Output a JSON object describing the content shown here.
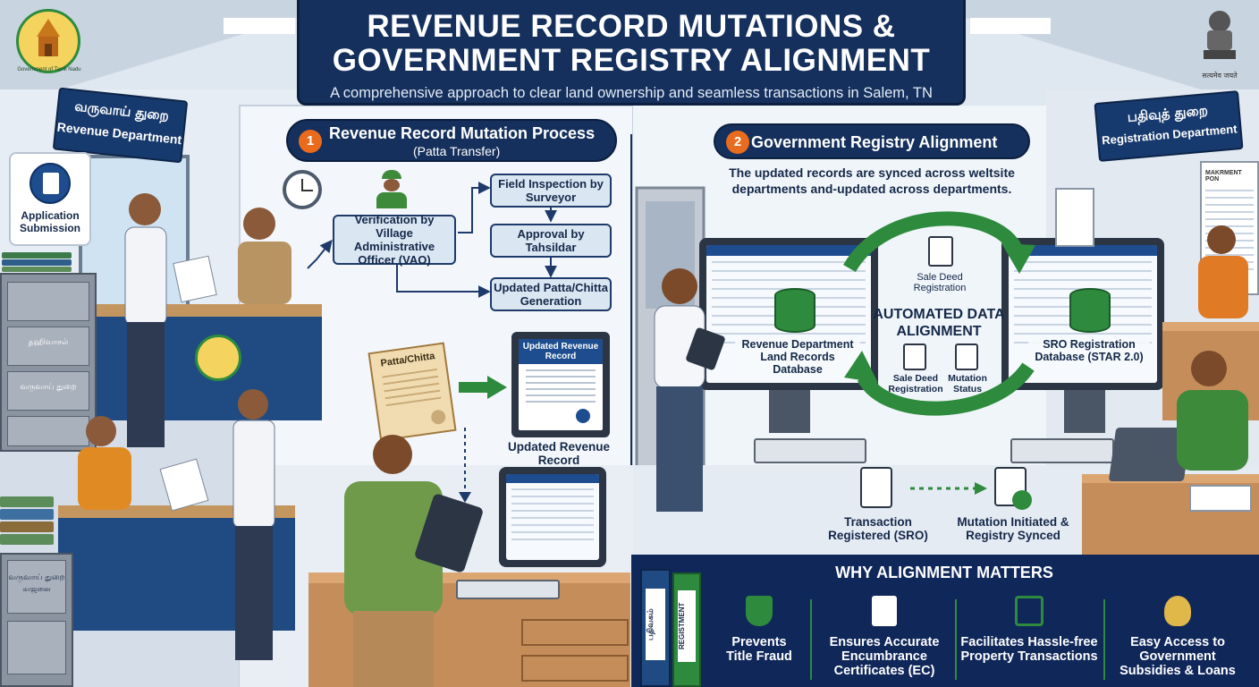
{
  "header": {
    "title_line1": "REVENUE RECORD MUTATIONS &",
    "title_line2": "GOVERNMENT REGISTRY ALIGNMENT",
    "subtitle": "A comprehensive approach to clear land ownership and seamless transactions in Salem, TN"
  },
  "emblems": {
    "tn_caption": "Government of Tamil Nadu",
    "national_motto": "सत्यमेव जयते"
  },
  "left_office": {
    "sign_tamil": "வருவாய் துறை",
    "sign_english": "Revenue Department",
    "app_card_label": "Application Submission",
    "cabinet_label1": "தஹிவாசல்",
    "cabinet_label2": "வருவாய் துறை",
    "cabinet2_label1": "வருவாய் துறை",
    "cabinet2_label2": "காஜனை"
  },
  "section1": {
    "number": "1",
    "title": "Revenue Record Mutation Process",
    "subtitle": "(Patta Transfer)",
    "steps": {
      "vao": "Verification by Village Administrative Officer (VAO)",
      "field": "Field Inspection by Surveyor",
      "approval": "Approval by Tahsildar",
      "patta": "Updated Patta/Chitta Generation"
    },
    "document_label": "Patta/Chitta",
    "record_card_label": "Updated Revenue Record",
    "record_caption": "Updated Revenue Record"
  },
  "section2": {
    "number": "2",
    "title": "Government Registry Alignment",
    "description_line1": "The updated records are synced across weltsite",
    "description_line2": "departments and-updated across departments.",
    "left_db": "Revenue Department Land Records Database",
    "right_db": "SRO Registration Database (STAR 2.0)",
    "center_title": "AUTOMATED DATA ALIGNMENT",
    "top_icon_label": "Sale Deed Registration",
    "icon_sale_deed": "Sale Deed Registration",
    "icon_mutation": "Mutation Status",
    "flow_left": "Transaction Registered (SRO)",
    "flow_right": "Mutation Initiated & Registry Synced"
  },
  "right_office": {
    "sign_tamil": "பதிவுத் துறை",
    "sign_english": "Registration Department",
    "board_title": "MAKRMENT PON"
  },
  "why": {
    "title": "WHY ALIGNMENT MATTERS",
    "binder1": "பதிவகம்",
    "binder2": "REGISTMENT",
    "items": [
      {
        "icon": "shield-check-icon",
        "label": "Prevents Title Fraud"
      },
      {
        "icon": "certificate-check-icon",
        "label": "Ensures Accurate Encumbrance Certificates (EC)"
      },
      {
        "icon": "house-hand-icon",
        "label": "Facilitates Hassle-free Property Transactions"
      },
      {
        "icon": "money-bag-hand-icon",
        "label": "Easy Access to Government Subsidies & Loans"
      }
    ]
  },
  "colors": {
    "navy": "#15305c",
    "orange": "#e86b1e",
    "green": "#2e8b3e",
    "panel_blue": "#dbe6f3"
  }
}
